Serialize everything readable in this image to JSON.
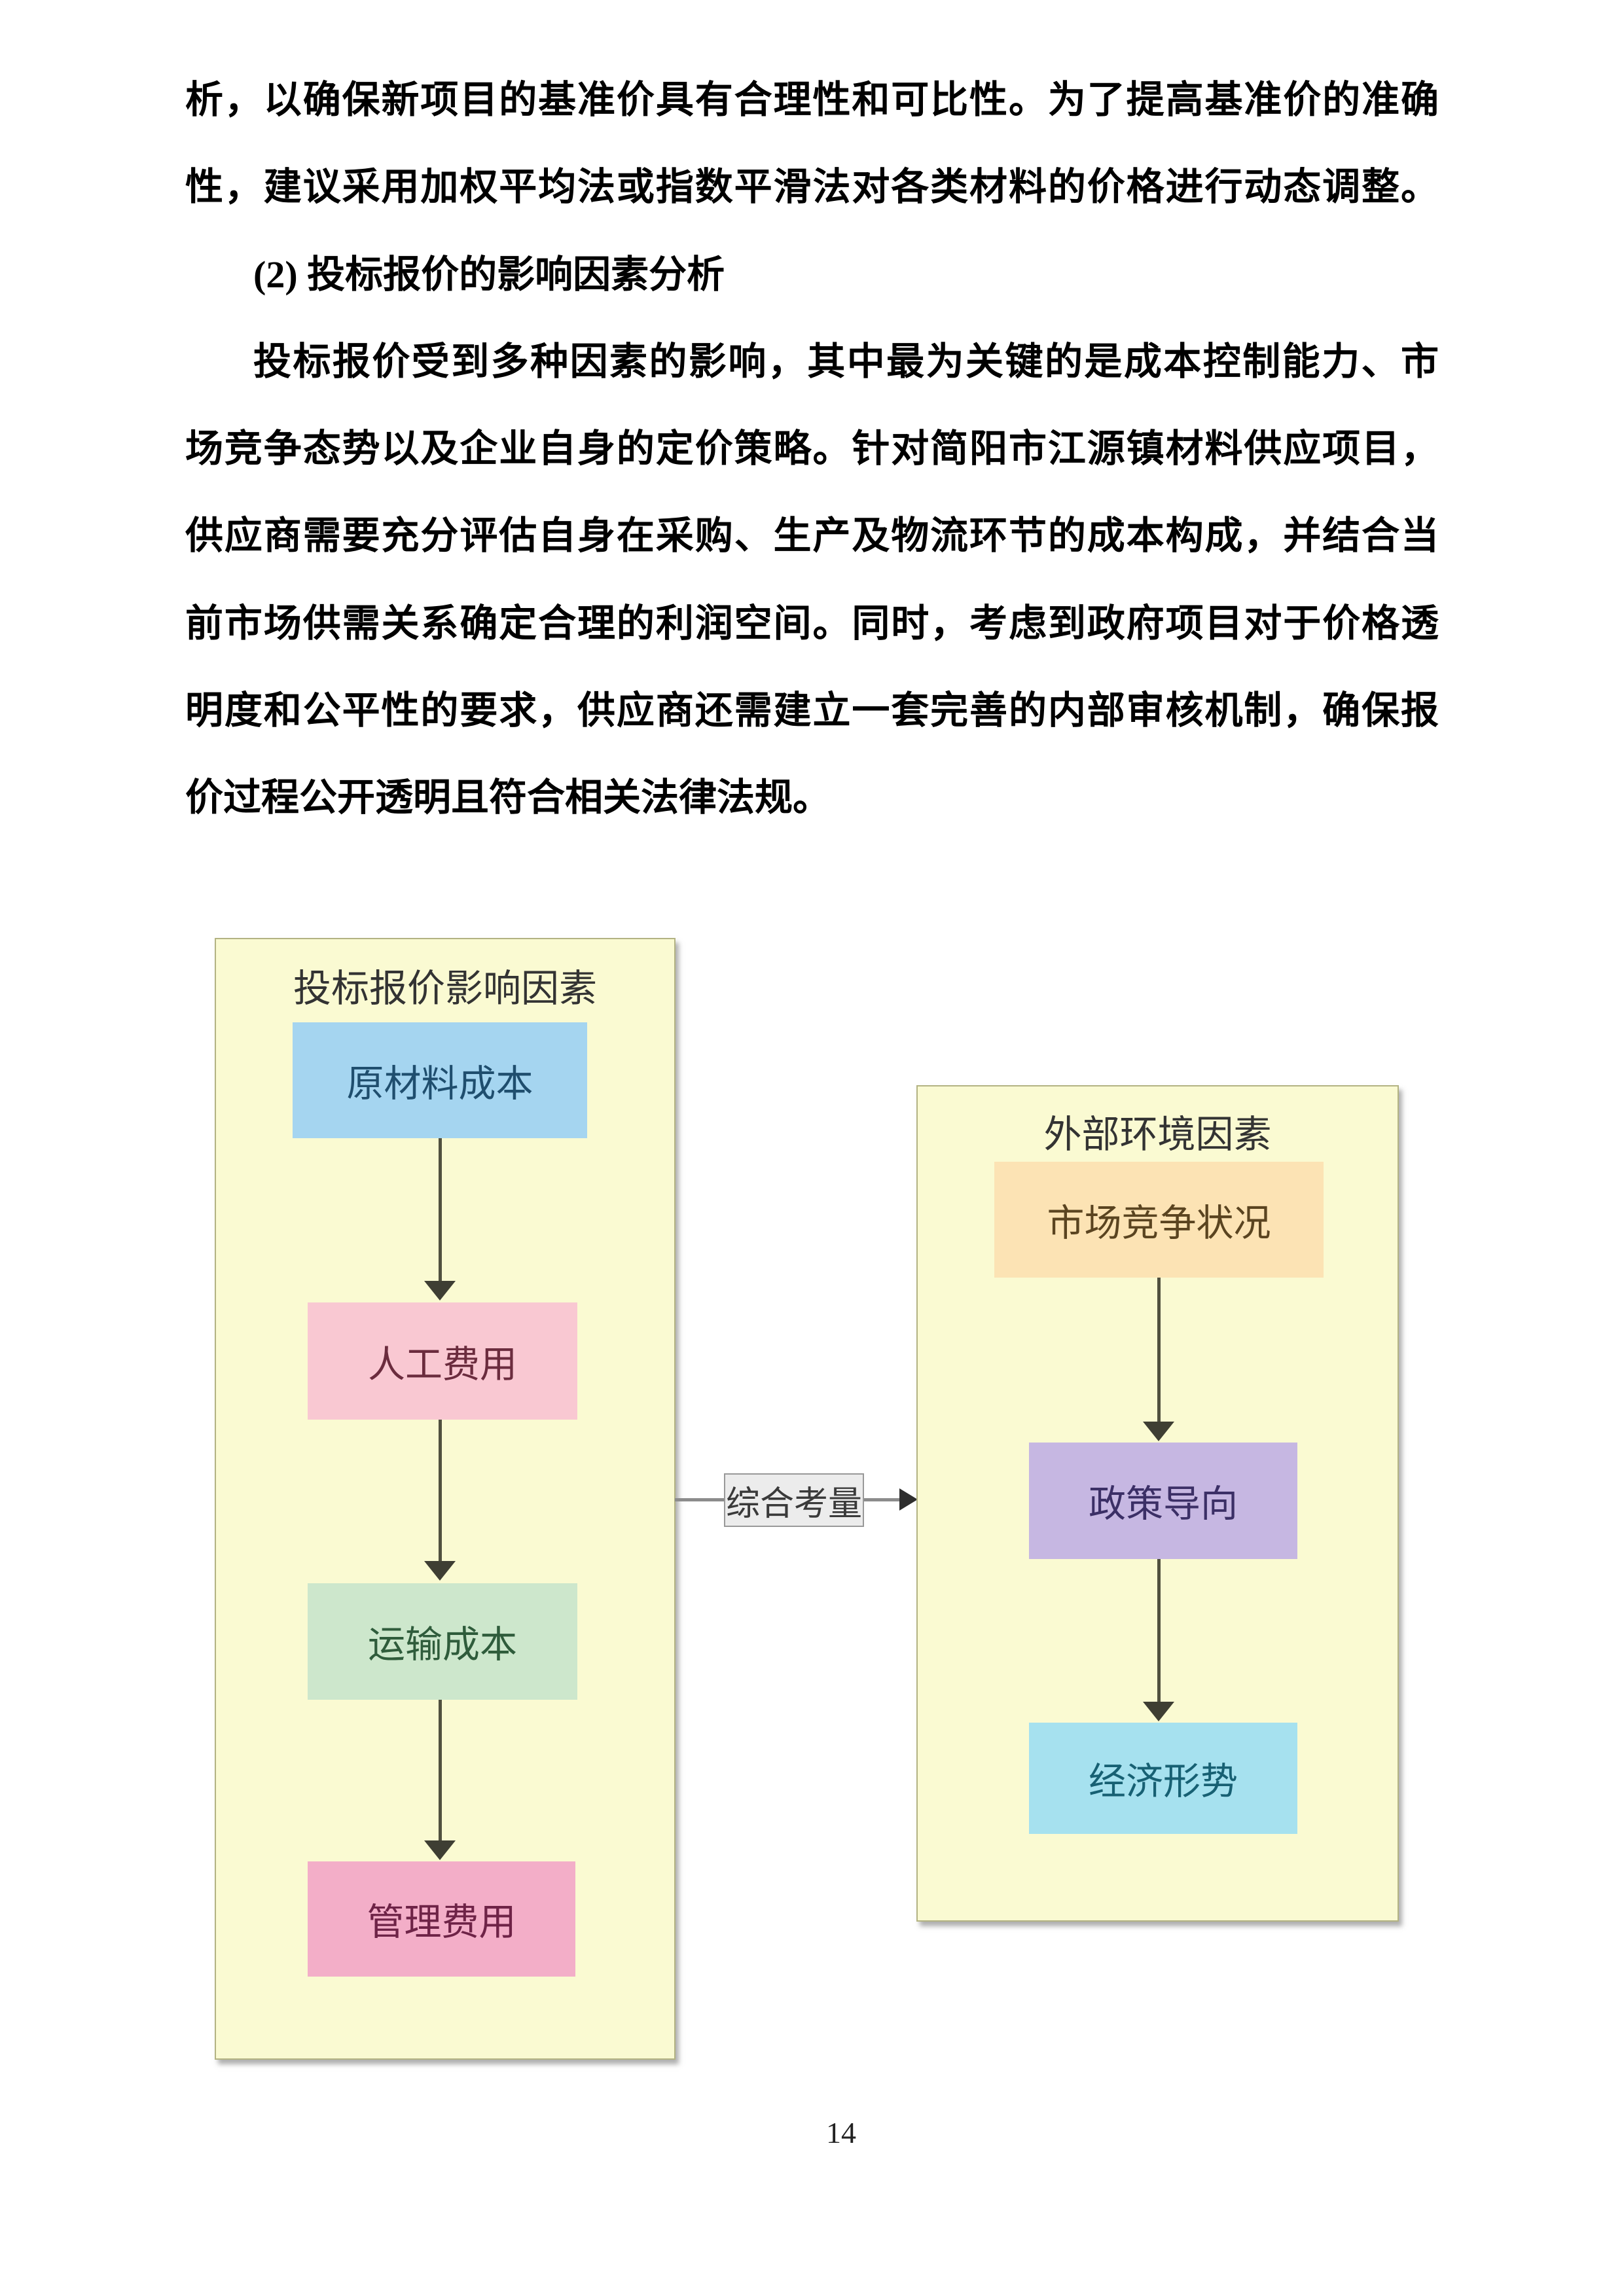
{
  "body": {
    "lines": [
      {
        "text": "析，以确保新项目的基准价具有合理性和可比性。为了提高基准价的准确"
      },
      {
        "text": "性，建议采用加权平均法或指数平滑法对各类材料的价格进行动态调整。"
      },
      {
        "text": "(2) 投标报价的影响因素分析"
      },
      {
        "text": "投标报价受到多种因素的影响，其中最为关键的是成本控制能力、市"
      },
      {
        "text": "场竞争态势以及企业自身的定价策略。针对简阳市江源镇材料供应项目，"
      },
      {
        "text": "供应商需要充分评估自身在采购、生产及物流环节的成本构成，并结合当"
      },
      {
        "text": "前市场供需关系确定合理的利润空间。同时，考虑到政府项目对于价格透"
      },
      {
        "text": "明度和公平性的要求，供应商还需建立一套完善的内部审核机制，确保报"
      },
      {
        "text": "价过程公开透明且符合相关法律法规。"
      }
    ]
  },
  "diagram": {
    "left_group": {
      "title": "投标报价影响因素",
      "boxes": [
        {
          "label": "原材料成本",
          "color": "#a5d5f0"
        },
        {
          "label": "人工费用",
          "color": "#f9c8d2"
        },
        {
          "label": "运输成本",
          "color": "#cde7cc"
        },
        {
          "label": "管理费用",
          "color": "#f3aec8"
        }
      ]
    },
    "right_group": {
      "title": "外部环境因素",
      "boxes": [
        {
          "label": "市场竞争状况",
          "color": "#fce3b4"
        },
        {
          "label": "政策导向",
          "color": "#c6b7e2"
        },
        {
          "label": "经济形势",
          "color": "#a6e1ef"
        }
      ]
    },
    "connector": {
      "label": "综合考量"
    },
    "colors": {
      "container_fill": "#fafad2",
      "container_border": "#b3b383",
      "arrow": "#50503f",
      "connector_line": "#8c8c8c",
      "label_fill": "#ececec"
    }
  },
  "footer": {
    "page_number": "14"
  }
}
